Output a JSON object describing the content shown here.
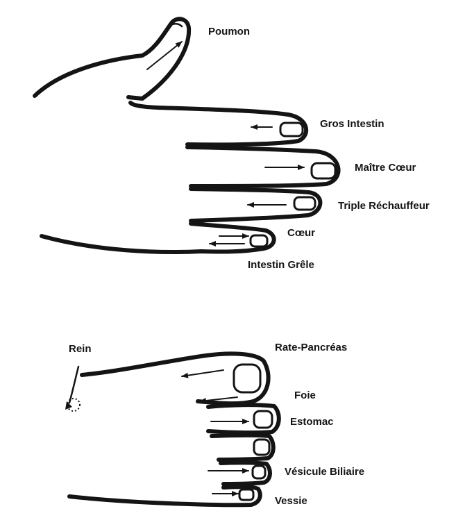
{
  "hand": {
    "labels": {
      "poumon": "Poumon",
      "gros_intestin": "Gros Intestin",
      "maitre_coeur": "Maître Cœur",
      "triple_rechauffeur": "Triple Réchauffeur",
      "coeur": "Cœur",
      "intestin_grele": "Intestin Grêle"
    }
  },
  "foot": {
    "labels": {
      "rein": "Rein",
      "rate_pancreas": "Rate-Pancréas",
      "foie": "Foie",
      "estomac": "Estomac",
      "vesicule_biliaire": "Vésicule Biliaire",
      "vessie": "Vessie"
    }
  }
}
